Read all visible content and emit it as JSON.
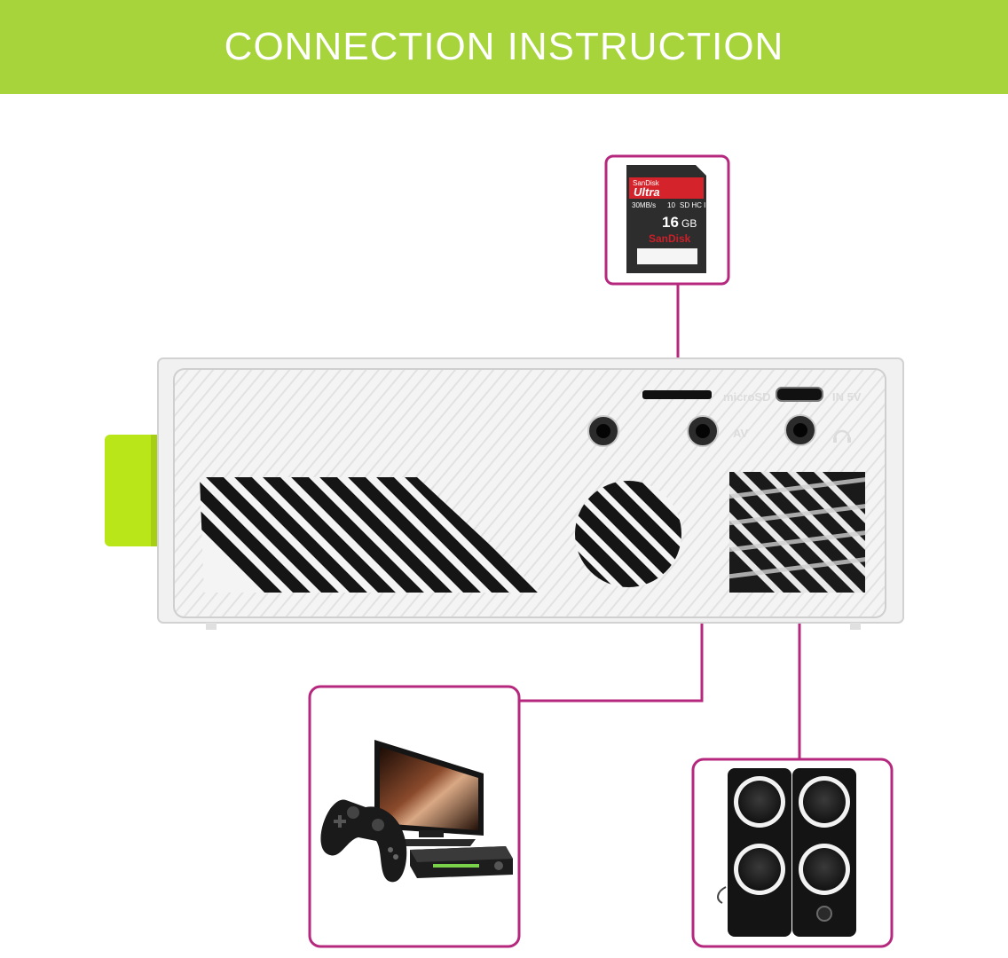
{
  "header": {
    "title": "CONNECTION INSTRUCTION"
  },
  "colors": {
    "banner": "#a6d43a",
    "frame": "#b5287e",
    "lens_cap": "#b9e619",
    "device": "#f1f1f1"
  },
  "device": {
    "port_labels": {
      "microsd": "microSD",
      "power": "IN 5V",
      "av": "AV"
    }
  },
  "sd_card": {
    "brand": "SanDisk",
    "line": "Ultra",
    "speed": "30MB/s",
    "capacity": "16",
    "unit": "GB",
    "class_mark": "10",
    "hc_mark": "SD HC I",
    "footer_brand": "SanDisk"
  },
  "connections": [
    {
      "port": "microSD",
      "device": "SD card"
    },
    {
      "port": "AV",
      "device": "TV and game console"
    },
    {
      "port": "audio",
      "device": "speakers"
    }
  ]
}
